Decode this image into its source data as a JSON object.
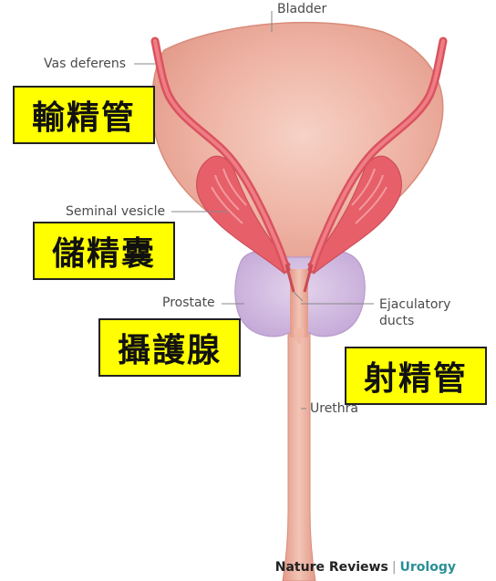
{
  "labels": {
    "bladder": "Bladder",
    "vas_deferens": "Vas deferens",
    "seminal_vesicle": "Seminal vesicle",
    "prostate": "Prostate",
    "ejaculatory_ducts_line1": "Ejaculatory",
    "ejaculatory_ducts_line2": "ducts",
    "urethra": "Urethra"
  },
  "annotations": {
    "vas_deferens_cn": "輸精管",
    "seminal_vesicle_cn": "儲精囊",
    "prostate_cn": "攝護腺",
    "ejaculatory_duct_cn": "射精管"
  },
  "footer": {
    "brand": "Nature Reviews",
    "separator": "|",
    "journal": "Urology"
  },
  "colors": {
    "bladder": "#e9a898",
    "duct": "#e0606a",
    "prostate": "#cbb3dc",
    "highlight": "#ffff00",
    "journal": "#2b8f96"
  }
}
